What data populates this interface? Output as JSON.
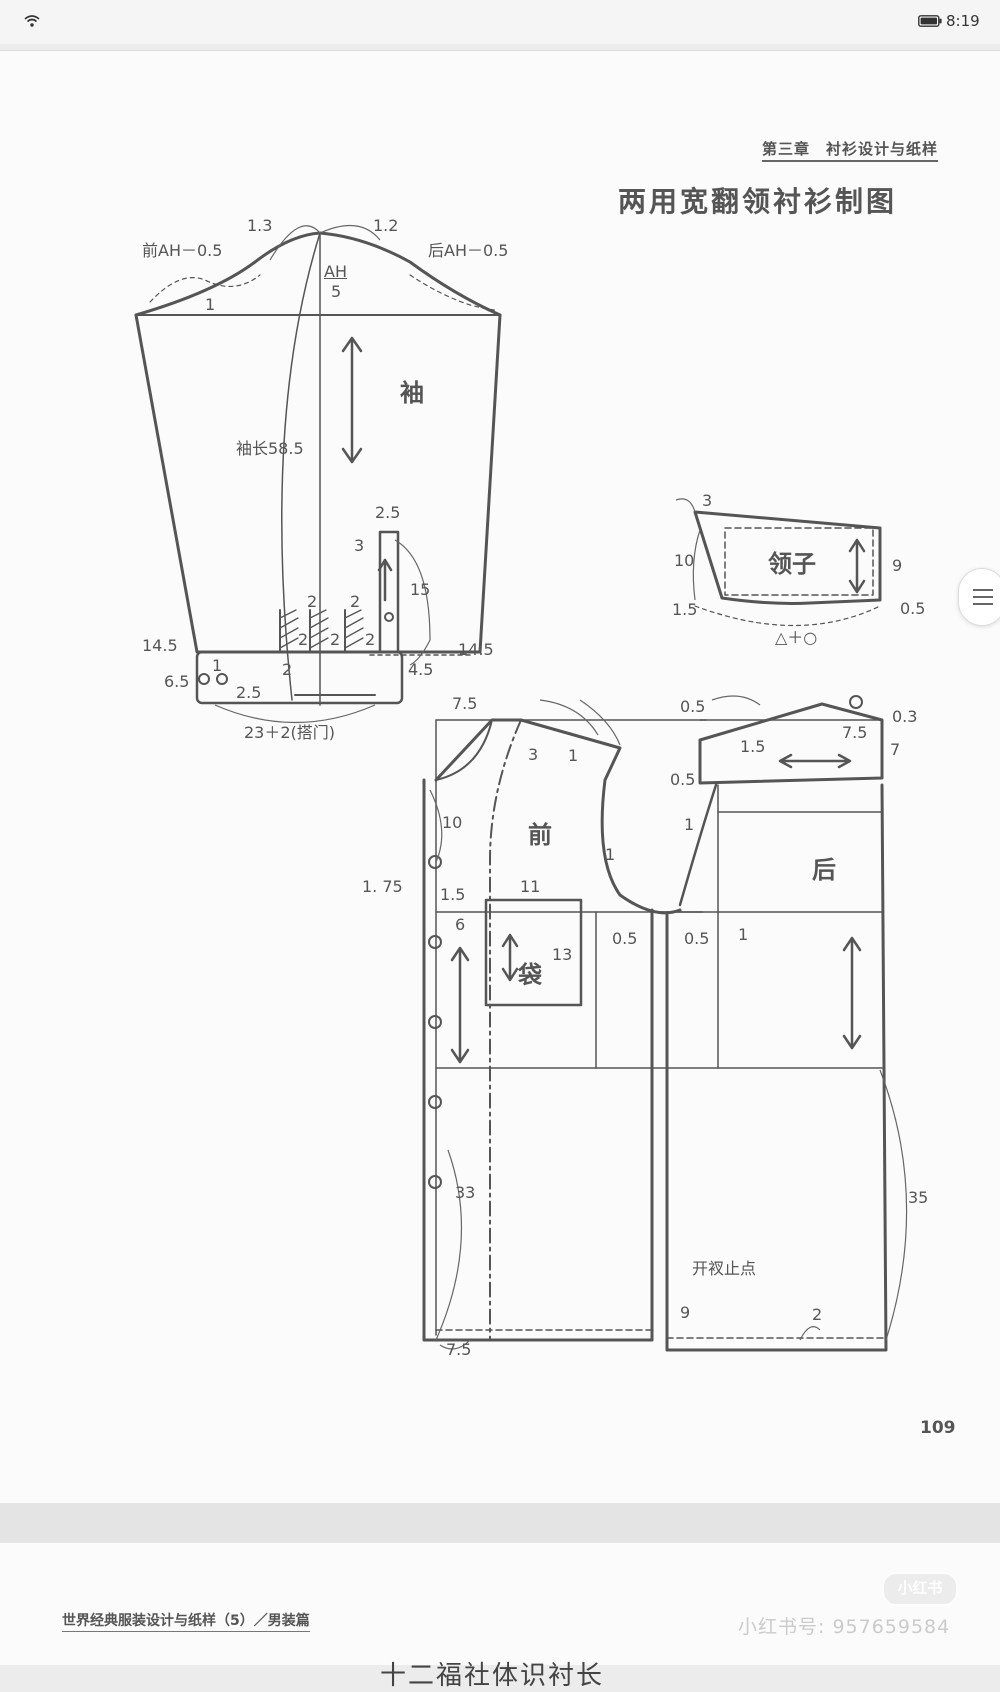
{
  "status_bar": {
    "time": "8:19",
    "wifi_icon": "wifi-icon",
    "battery_icon": "battery-icon"
  },
  "page": {
    "chapter": "第三章　衬衫设计与纸样",
    "title": "两用宽翻领衬衫制图",
    "page_number": "109",
    "sleeve": {
      "front_ah": "前AH－0.5",
      "back_ah": "后AH－0.5",
      "cap_front": "1.3",
      "cap_back": "1.2",
      "cap_one": "1",
      "ah_num": "AH",
      "ah_den": "5",
      "label": "袖",
      "length": "袖长58.5",
      "placket_w": "2.5",
      "placket_3": "3",
      "placket_15": "15",
      "pleat_2a": "2",
      "pleat_2b": "2",
      "pleat_2c": "2",
      "pleat_2d": "2",
      "pleat_2e": "2",
      "pleat_2f": "2",
      "side_left": "14.5",
      "side_right": "14.5",
      "cuff_45": "4.5",
      "cuff_1": "1",
      "cuff_65": "6.5",
      "cuff_25": "2.5",
      "cuff_width": "23＋2(搭门)"
    },
    "collar": {
      "label": "领子",
      "n3": "3",
      "n10": "10",
      "n9": "9",
      "n15": "1.5",
      "n05": "0.5",
      "formula": "△＋○"
    },
    "body": {
      "front": "前",
      "back": "后",
      "pocket": "袋",
      "f_75": "7.5",
      "f_3": "3",
      "f_1a": "1",
      "f_1b": "1",
      "f_10": "10",
      "f_175": "1. 75",
      "f_15": "1.5",
      "f_11": "11",
      "f_6": "6",
      "f_13": "13",
      "f_05": "0.5",
      "f_33": "33",
      "f_hem75": "7.5",
      "b_05a": "0.5",
      "b_03": "0.3",
      "b_75": "7.5",
      "b_15": "1.5",
      "b_7": "7",
      "b_05b": "0.5",
      "b_1a": "1",
      "b_05c": "0.5",
      "b_1b": "1",
      "b_35": "35",
      "b_vent": "开衩止点",
      "b_9": "9",
      "b_2": "2"
    },
    "side_menu_icon": "menu-icon"
  },
  "next_page": {
    "footer": "世界经典服装设计与纸样（5）／男装篇",
    "watermark_logo": "小红书",
    "watermark_id": "小红书号: 957659584",
    "cut_text": "十二福社体识衬长"
  }
}
